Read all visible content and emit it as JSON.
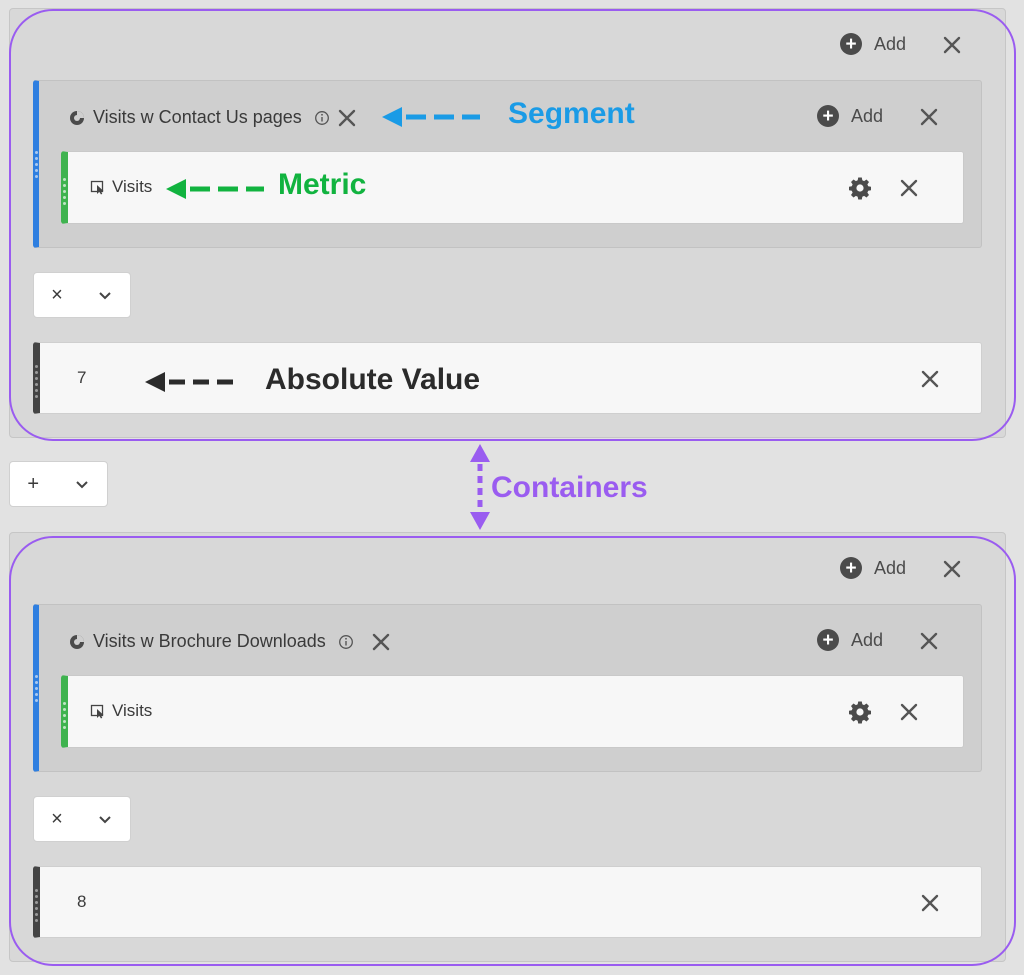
{
  "containers": [
    {
      "add_label": "Add",
      "segment": {
        "title": "Visits w Contact Us pages",
        "add_label": "Add",
        "metric": {
          "label": "Visits"
        }
      },
      "operator": {
        "symbol": "×"
      },
      "value": {
        "text": "7"
      }
    },
    {
      "add_label": "Add",
      "segment": {
        "title": "Visits w Brochure Downloads",
        "add_label": "Add",
        "metric": {
          "label": "Visits"
        }
      },
      "operator": {
        "symbol": "×"
      },
      "value": {
        "text": "8"
      }
    }
  ],
  "combine_operator": {
    "symbol": "+"
  },
  "annotations": {
    "segment": "Segment",
    "metric": "Metric",
    "absolute_value": "Absolute Value",
    "containers": "Containers"
  },
  "colors": {
    "segment_accent": "#2f7fe0",
    "metric_accent": "#3fb34f",
    "value_accent": "#444444",
    "segment_annotation": "#1a9be6",
    "metric_annotation": "#11b33f",
    "absolute_annotation": "#2b2b2b",
    "containers_annotation": "#9a5cf0"
  },
  "icons": {
    "add": "plus-circle-icon",
    "remove": "close-icon",
    "segment": "segment-icon",
    "info": "info-icon",
    "metric": "metric-icon",
    "settings": "gear-icon",
    "dropdown": "chevron-down-icon",
    "drag": "drag-handle-icon"
  }
}
